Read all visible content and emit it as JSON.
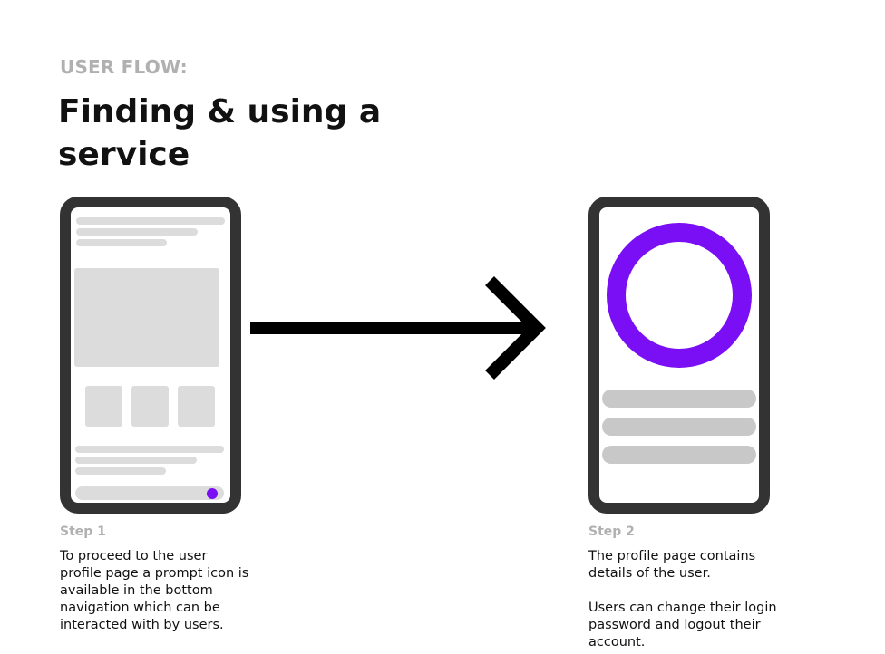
{
  "header": {
    "label": "USER FLOW:",
    "title": "Finding & using a service"
  },
  "colors": {
    "accent": "#7a0ef5",
    "frame": "#333333",
    "placeholder": "#dcdcdc"
  },
  "steps": [
    {
      "label": "Step 1",
      "description": "To proceed to the user profile page a prompt icon is available in the bottom navigation which can be interacted with by users."
    },
    {
      "label": "Step 2",
      "description": "The profile page contains details of the user.\n\nUsers can change their login password and logout their account."
    }
  ]
}
